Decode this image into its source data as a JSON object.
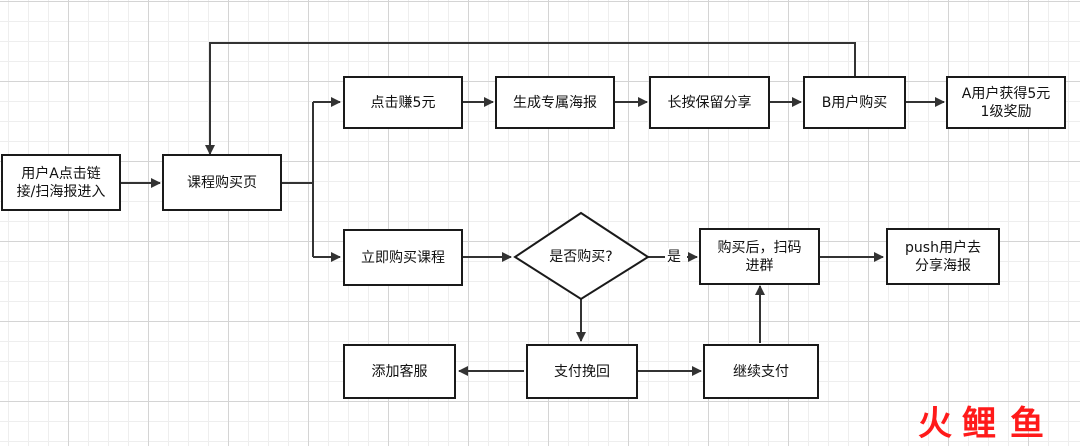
{
  "nodes": {
    "user_a_entry": "用户A点击链\n接/扫海报进入",
    "course_page": "课程购买页",
    "earn_5": "点击赚5元",
    "gen_poster": "生成专属海报",
    "long_press": "长按保留分享",
    "b_buy": "B用户购买",
    "a_reward": "A用户获得5元\n1级奖励",
    "buy_now": "立即购买课程",
    "is_buy": "是否购买?",
    "after_buy": "购买后，扫码\n进群",
    "push_share": "push用户去\n分享海报",
    "add_cs": "添加客服",
    "pay_recover": "支付挽回",
    "continue_pay": "继续支付"
  },
  "edge_labels": {
    "yes": "是"
  },
  "watermark": {
    "char1": "火",
    "char2": "鲤",
    "char3": "鱼",
    "color": "#ff1a1a"
  },
  "colors": {
    "line": "#333333",
    "border": "#1a1a1a"
  }
}
